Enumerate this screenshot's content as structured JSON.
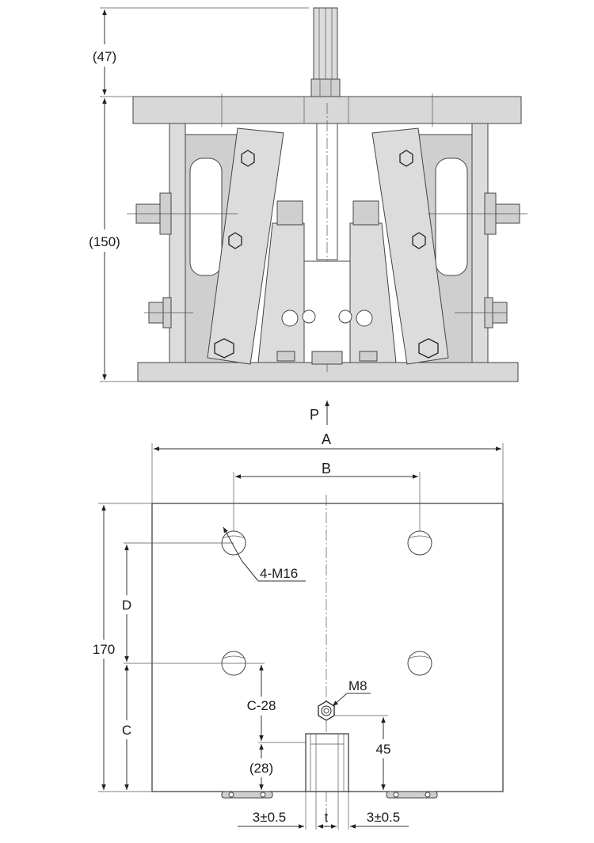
{
  "drawing": {
    "front_view": {
      "dim_top": "(47)",
      "dim_height": "(150)",
      "direction_label": "P"
    },
    "top_view": {
      "dim_width_a": "A",
      "dim_width_b": "B",
      "hole_callout": "4-M16",
      "dim_d": "D",
      "dim_total": "170",
      "dim_c_minus": "C-28",
      "dim_c": "C",
      "dim_28": "(28)",
      "screw_callout": "M8",
      "dim_45": "45",
      "gap_left": "3±0.5",
      "gap_t": "t",
      "gap_right": "3±0.5"
    }
  }
}
